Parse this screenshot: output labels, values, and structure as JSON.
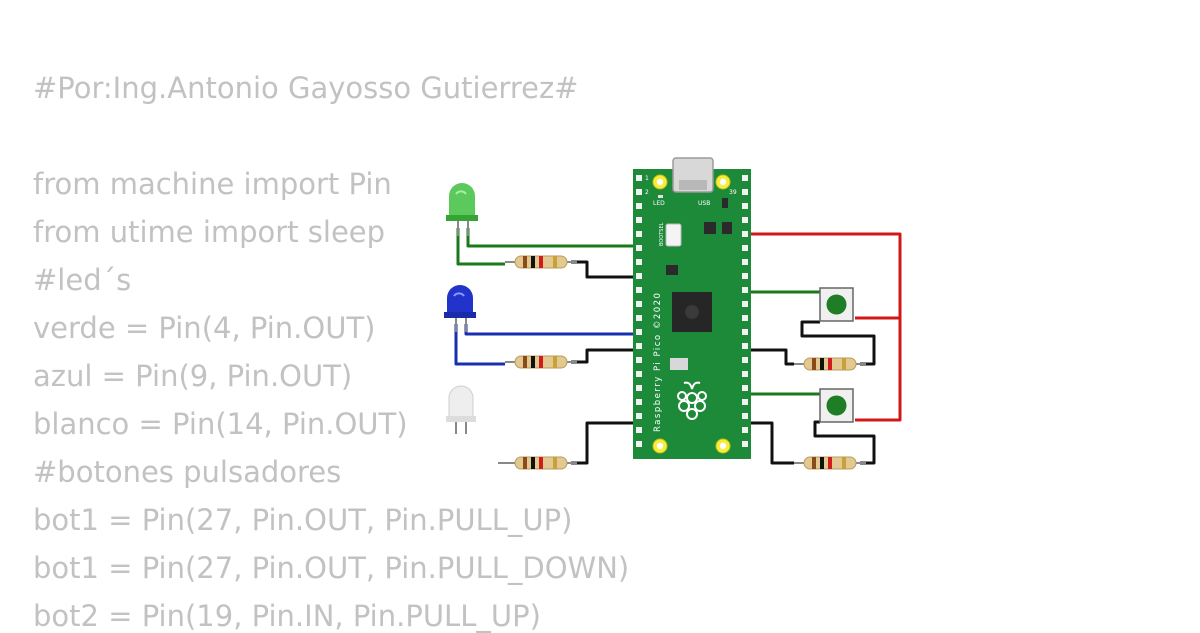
{
  "code_lines": [
    "#Por:Ing.Antonio Gayosso Gutierrez#",
    "from machine import Pin",
    "from utime import sleep",
    "#led´s",
    "verde = Pin(4, Pin.OUT)",
    "azul = Pin(9, Pin.OUT)",
    "blanco = Pin(14, Pin.OUT)",
    "#botones pulsadores",
    "bot1 = Pin(27, Pin.OUT, Pin.PULL_UP)",
    "bot1 = Pin(27, Pin.OUT, Pin.PULL_DOWN)",
    "bot2 = Pin(19, Pin.IN, Pin.PULL_UP)"
  ],
  "board": {
    "name_label": "Raspberry Pi Pico ©2020",
    "usb_label": "USB",
    "led_label": "LED",
    "bootsel_label": "BOOTSEL",
    "pin1_label": "1",
    "pin2_label": "2",
    "pin39_label": "39",
    "color": "#1d8a3a"
  },
  "components": {
    "led_colors": [
      "#3fbf3f",
      "#2233cc",
      "#e8e8e8"
    ],
    "button_color": "#1e7d25",
    "wire_colors": {
      "green": "#1a7a1a",
      "blue": "#1a2fb0",
      "black": "#111111",
      "red": "#d01818"
    }
  }
}
